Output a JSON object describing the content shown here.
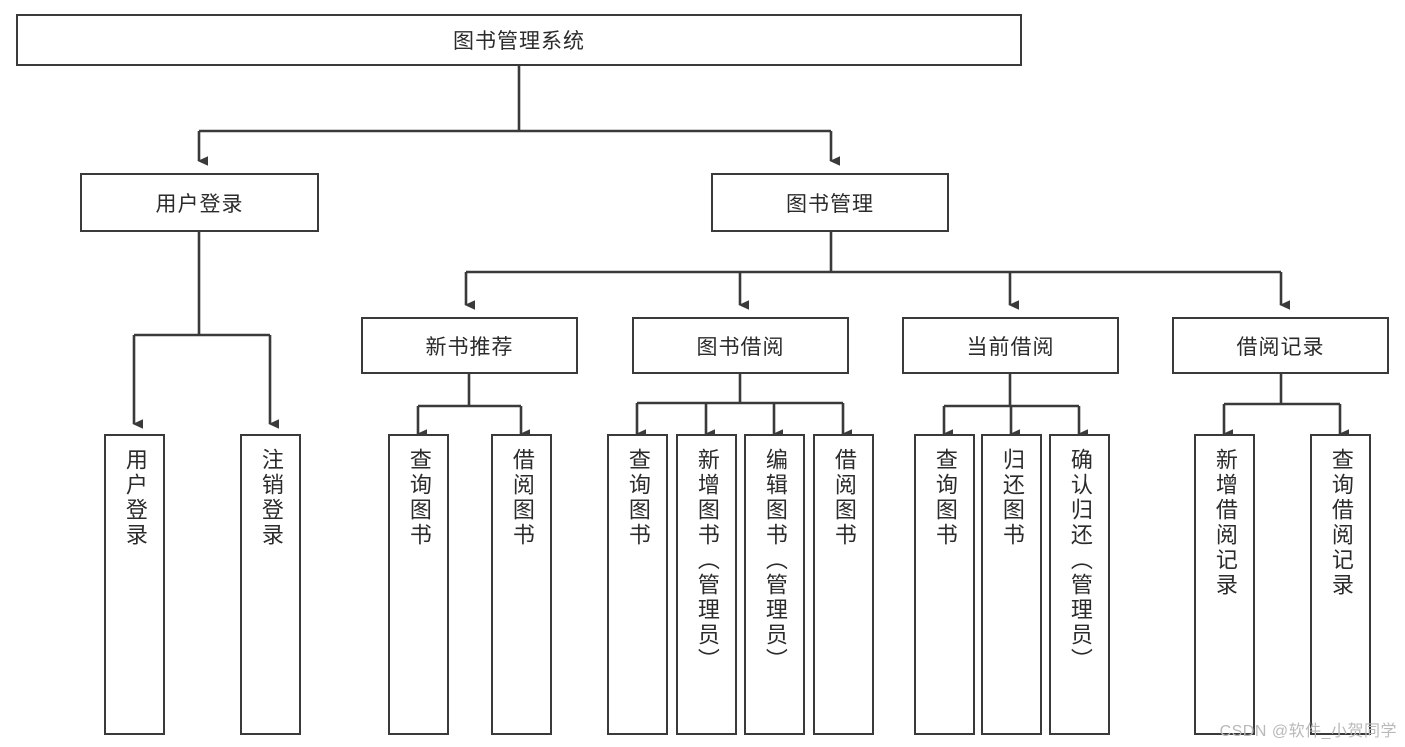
{
  "diagram": {
    "title": "图书管理系统",
    "type": "tree",
    "root": {
      "id": "root",
      "label": "图书管理系统"
    },
    "level2": [
      {
        "id": "user-login",
        "label": "用户登录"
      },
      {
        "id": "book-manage",
        "label": "图书管理"
      }
    ],
    "level3": [
      {
        "id": "new-book-rec",
        "label": "新书推荐",
        "parent": "book-manage"
      },
      {
        "id": "book-borrow",
        "label": "图书借阅",
        "parent": "book-manage"
      },
      {
        "id": "current-borrow",
        "label": "当前借阅",
        "parent": "book-manage"
      },
      {
        "id": "borrow-record",
        "label": "借阅记录",
        "parent": "book-manage"
      }
    ],
    "leaves": [
      {
        "id": "leaf-user-login",
        "label": "用户登录",
        "parent": "user-login"
      },
      {
        "id": "leaf-logout",
        "label": "注销登录",
        "parent": "user-login"
      },
      {
        "id": "leaf-query-book-1",
        "label": "查询图书",
        "parent": "new-book-rec"
      },
      {
        "id": "leaf-borrow-book-1",
        "label": "借阅图书",
        "parent": "new-book-rec"
      },
      {
        "id": "leaf-query-book-2",
        "label": "查询图书",
        "parent": "book-borrow"
      },
      {
        "id": "leaf-add-book",
        "label": "新增图书（管理员）",
        "parent": "book-borrow"
      },
      {
        "id": "leaf-edit-book",
        "label": "编辑图书（管理员）",
        "parent": "book-borrow"
      },
      {
        "id": "leaf-borrow-book-2",
        "label": "借阅图书",
        "parent": "book-borrow"
      },
      {
        "id": "leaf-query-book-3",
        "label": "查询图书",
        "parent": "current-borrow"
      },
      {
        "id": "leaf-return-book",
        "label": "归还图书",
        "parent": "current-borrow"
      },
      {
        "id": "leaf-confirm-return",
        "label": "确认归还（管理员）",
        "parent": "current-borrow"
      },
      {
        "id": "leaf-add-record",
        "label": "新增借阅记录",
        "parent": "borrow-record"
      },
      {
        "id": "leaf-query-record",
        "label": "查询借阅记录",
        "parent": "borrow-record"
      }
    ]
  },
  "watermark": {
    "text": "CSDN @软件_小贺同学"
  },
  "colors": {
    "stroke": "#3a3a3a",
    "text": "#2b2b2b",
    "background": "#ffffff",
    "watermark": "#b9b9b9"
  }
}
